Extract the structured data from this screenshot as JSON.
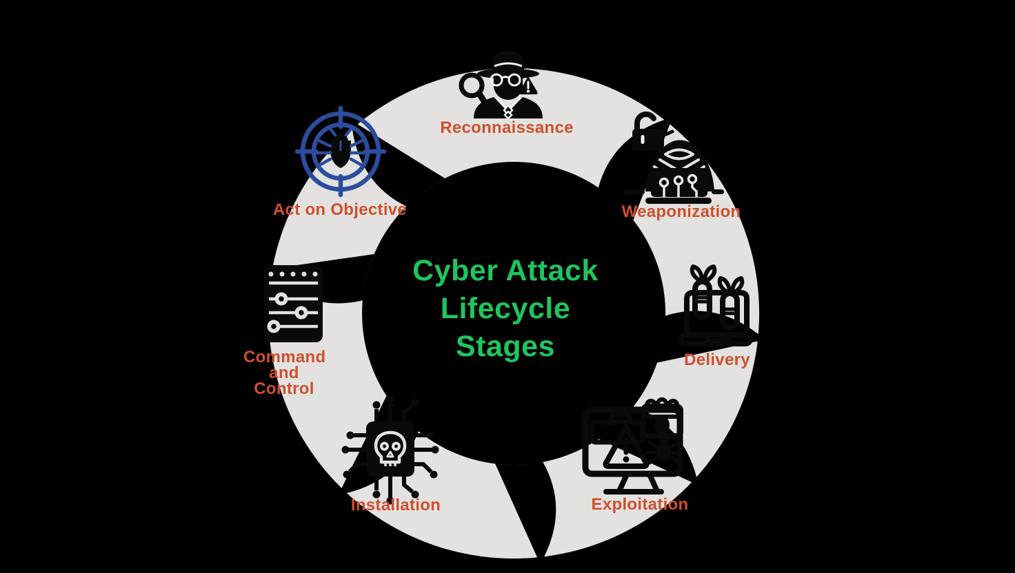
{
  "diagram": {
    "title": "Cyber Attack Lifecycle Stages",
    "title_lines": [
      "Cyber Attack",
      "Lifecycle",
      "Stages"
    ]
  },
  "stages": [
    {
      "id": "reconnaissance",
      "label": "Reconnaissance",
      "icon": "spy-detective-magnifier-icon"
    },
    {
      "id": "weaponization",
      "label": "Weaponization",
      "icon": "hacker-laptop-padlock-icon"
    },
    {
      "id": "delivery",
      "label": "Delivery",
      "icon": "laptop-missiles-icon"
    },
    {
      "id": "exploitation",
      "label": "Exploitation",
      "icon": "monitor-warning-bug-icon"
    },
    {
      "id": "installation",
      "label": "Installation",
      "icon": "skull-microchip-icon"
    },
    {
      "id": "command-and-control",
      "label": "Command and Control",
      "icon": "control-panel-sliders-icon"
    },
    {
      "id": "act-on-objective",
      "label": "Act on Objective",
      "icon": "bug-crosshair-target-icon"
    }
  ],
  "colors": {
    "background": "#000000",
    "ring_gray": "#e3e2e0",
    "label_orange": "#cf4f2d",
    "title_green": "#1fc45f",
    "target_blue": "#2b4d9c",
    "icon_black": "#0a0a0a"
  }
}
